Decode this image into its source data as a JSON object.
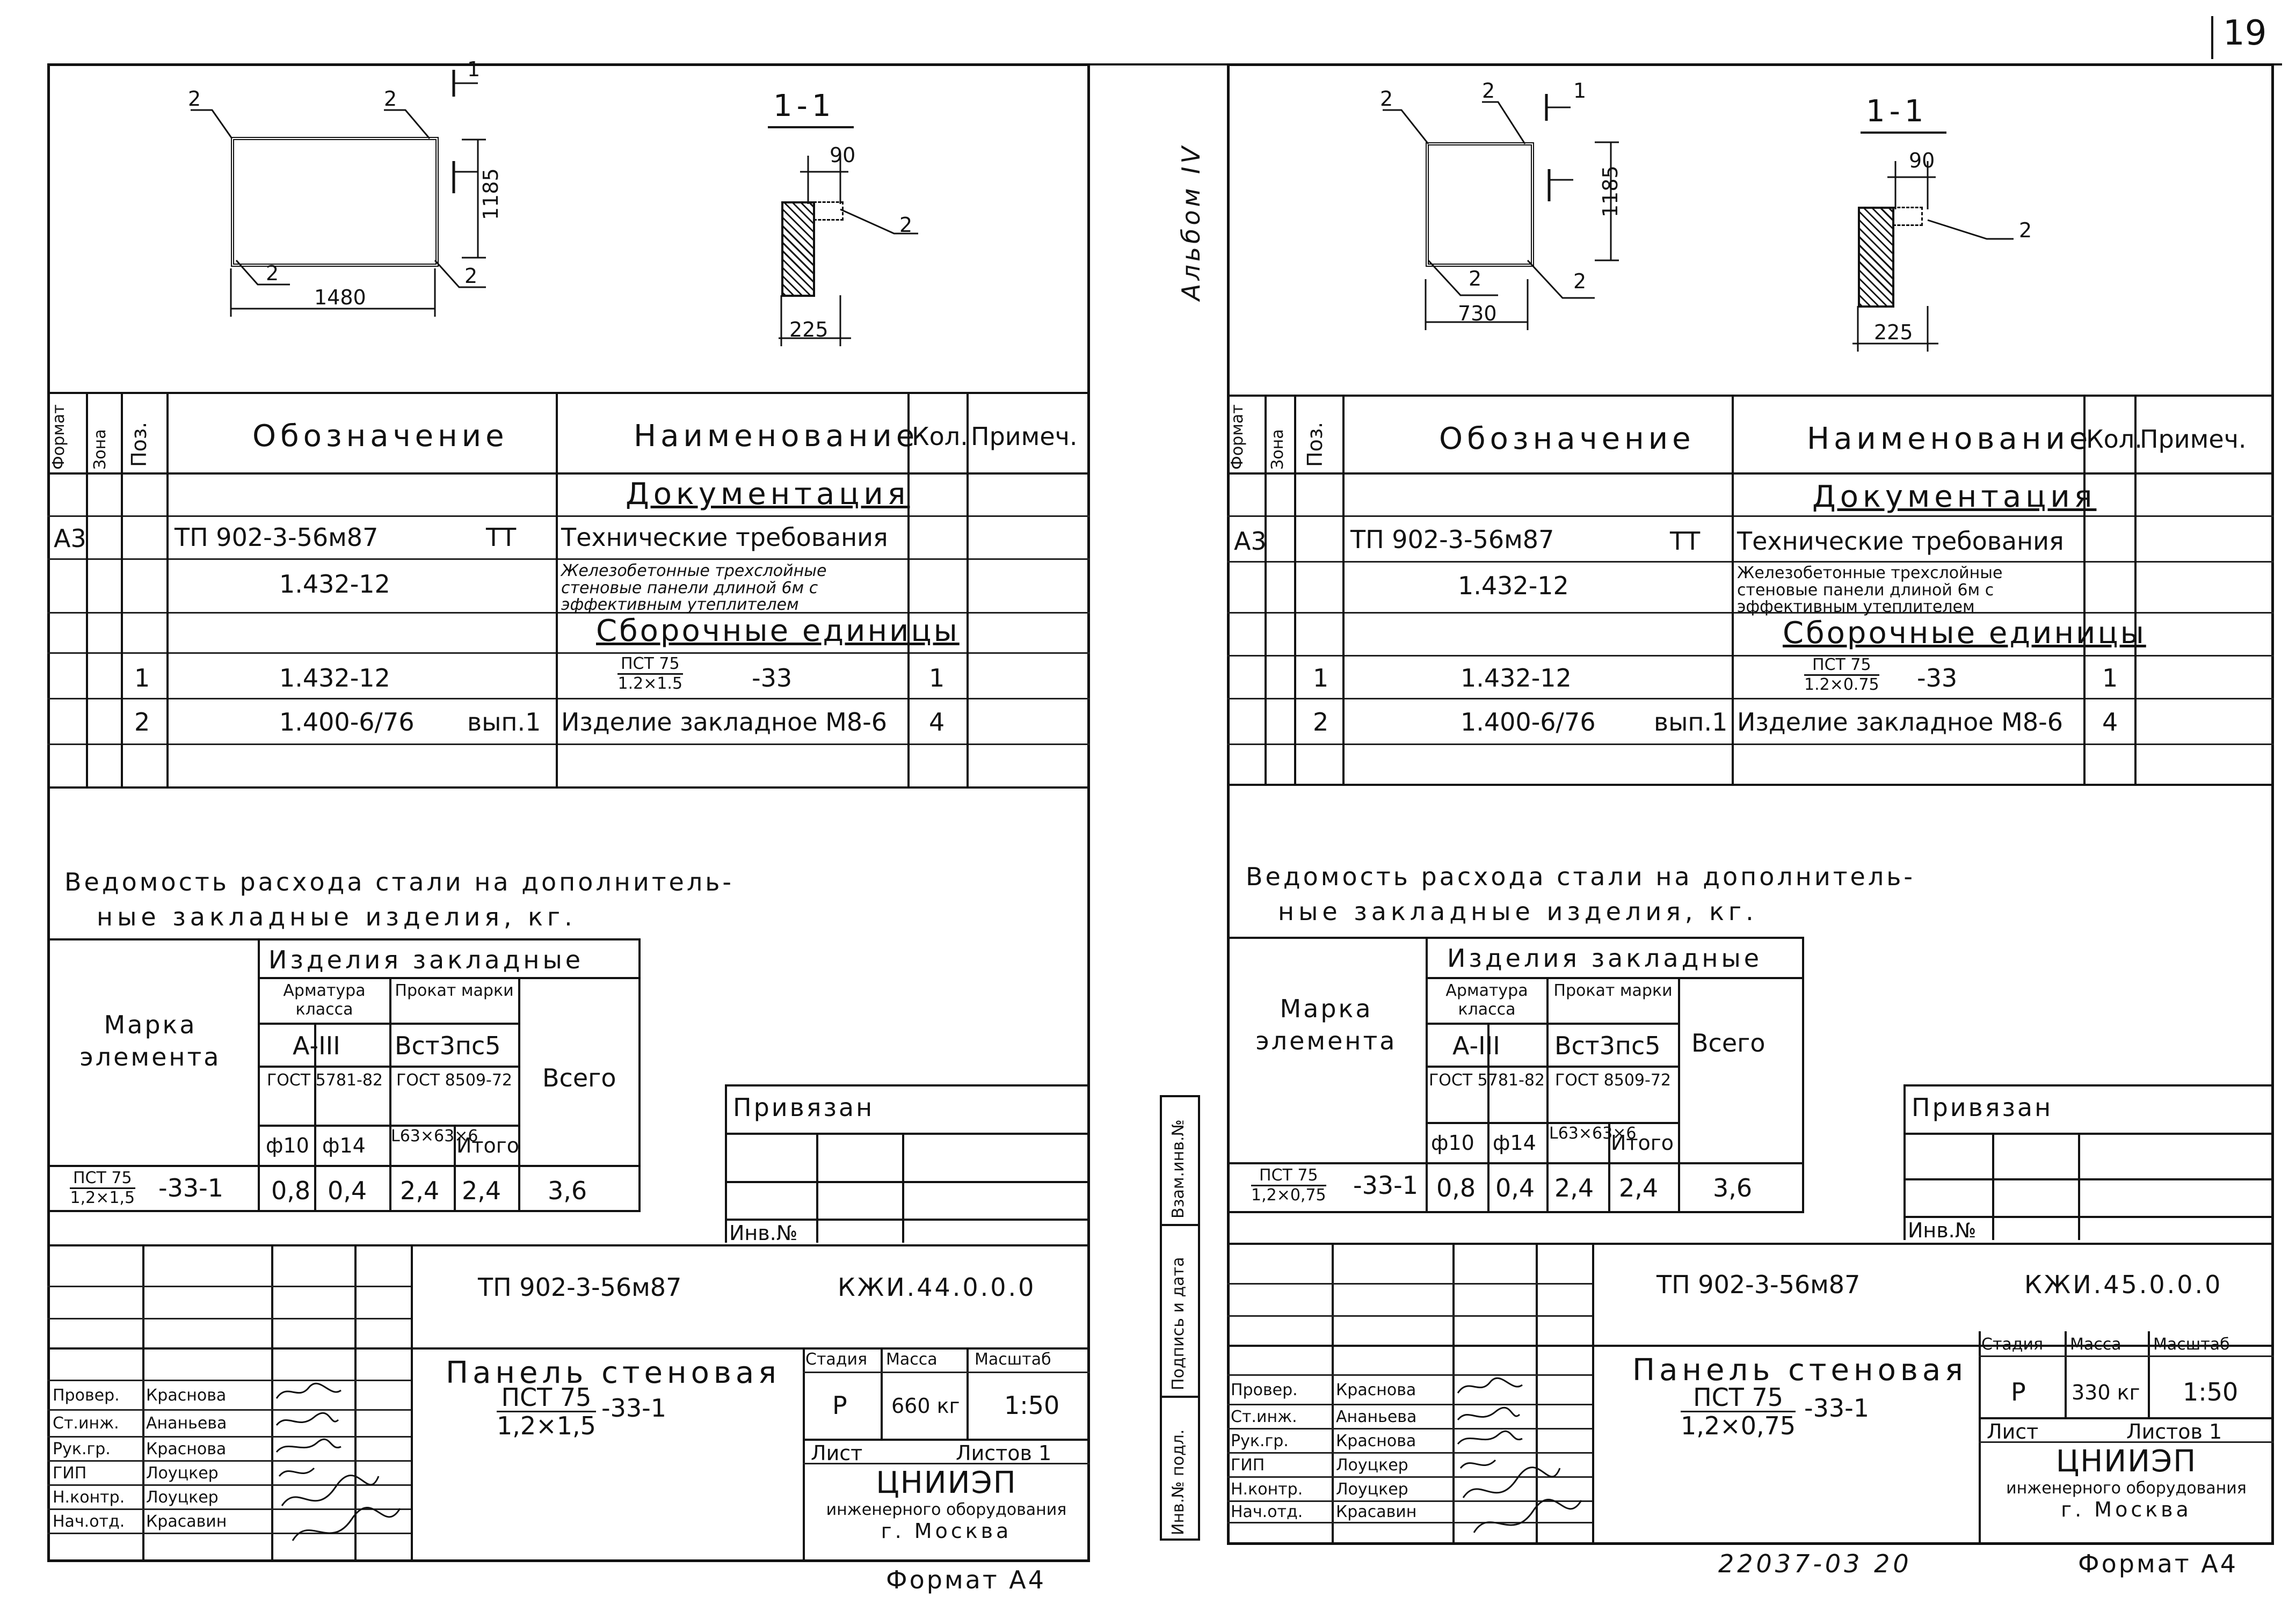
{
  "page_number": "19",
  "album_label": "Альбом IV",
  "side_labels": [
    "Инв.№ подл.",
    "Подпись и дата",
    "Взам.инв.№"
  ],
  "spec_headers": {
    "format": "Формат",
    "zone": "Зона",
    "pos": "Поз.",
    "designation": "Обозначение",
    "name": "Наименование",
    "qty": "Кол.",
    "note": "Примеч."
  },
  "sheets": [
    {
      "drawing": {
        "leader_labels": [
          "2",
          "2",
          "2",
          "2"
        ],
        "cut_marker": "1",
        "width_dim": "1480",
        "height_dim": "1185",
        "section_title": "1-1",
        "section_dim_top": "90",
        "section_dim_bottom": "225",
        "section_leader": "2"
      },
      "spec_rows": [
        {
          "format": "",
          "pos": "",
          "designation": "",
          "suffix": "",
          "name": "Документация",
          "qty": ""
        },
        {
          "format": "А3",
          "pos": "",
          "designation": "ТП 902-3-56м87",
          "suffix": "ТТ",
          "name": "Технические требования",
          "qty": ""
        },
        {
          "format": "",
          "pos": "",
          "designation": "1.432-12",
          "suffix": "",
          "name": "Железобетонные трехслойные стеновые панели длиной 6м с эффективным утеплителем",
          "qty": ""
        },
        {
          "format": "",
          "pos": "",
          "designation": "",
          "suffix": "",
          "name": "Сборочные единицы",
          "qty": ""
        },
        {
          "format": "",
          "pos": "1",
          "designation": "1.432-12",
          "suffix": "",
          "name_num": "ПСТ 75",
          "name_den": "1.2×1.5",
          "name_tail": "-33",
          "qty": "1"
        },
        {
          "format": "",
          "pos": "2",
          "designation": "1.400-6/76",
          "suffix": "вып.1",
          "name": "Изделие закладное М8-6",
          "qty": "4"
        }
      ],
      "steel": {
        "title": "Ведомость расхода стали на дополнитель-",
        "title2": "ные закладные изделия, кг.",
        "element_header": "Марка элемента",
        "group_header": "Изделия закладные",
        "armatura": "Арматура класса",
        "prokat": "Прокат марки",
        "a3": "А-III",
        "vst": "Вст3пс5",
        "gost1": "ГОСТ 5781-82",
        "gost2": "ГОСТ 8509-72",
        "d10": "ф10",
        "d14": "ф14",
        "angle": "L63×63×6",
        "itogo": "Итого",
        "total": "Всего",
        "row": {
          "mark_num": "ПСТ 75",
          "mark_den": "1,2×1,5",
          "mark_tail": "-33-1",
          "d10": "0,8",
          "d14": "0,4",
          "angle": "2,4",
          "itogo": "2,4",
          "total": "3,6"
        }
      },
      "privyazan": "Привязан",
      "inv_no": "Инв.№",
      "stamp": {
        "project": "ТП 902-3-56м87",
        "code": "КЖИ.44.0.0.0",
        "name": "Панель стеновая",
        "name_num": "ПСТ 75",
        "name_den": "1,2×1,5",
        "name_tail": "-33-1",
        "stage_label": "Стадия",
        "mass_label": "Масса",
        "scale_label": "Масштаб",
        "stage": "Р",
        "mass": "660 кг",
        "scale": "1:50",
        "sheet_label": "Лист",
        "sheets_label": "Листов 1",
        "org1": "ЦНИИЭП",
        "org2": "инженерного оборудования",
        "org3": "г. Москва",
        "roles": [
          {
            "role": "Провер.",
            "person": "Краснова"
          },
          {
            "role": "Ст.инж.",
            "person": "Ананьева"
          },
          {
            "role": "Рук.гр.",
            "person": "Краснова"
          },
          {
            "role": "ГИП",
            "person": "Лоуцкер"
          },
          {
            "role": "Н.контр.",
            "person": "Лоуцкер"
          },
          {
            "role": "Нач.отд.",
            "person": "Красавин"
          }
        ]
      },
      "footer": {
        "format": "Формат А4",
        "doc_no": ""
      }
    },
    {
      "drawing": {
        "leader_labels": [
          "2",
          "2",
          "2",
          "2"
        ],
        "cut_marker": "1",
        "width_dim": "730",
        "height_dim": "1185",
        "section_title": "1-1",
        "section_dim_top": "90",
        "section_dim_bottom": "225",
        "section_leader": "2"
      },
      "spec_rows": [
        {
          "format": "",
          "pos": "",
          "designation": "",
          "suffix": "",
          "name": "Документация",
          "qty": ""
        },
        {
          "format": "А3",
          "pos": "",
          "designation": "ТП 902-3-56м87",
          "suffix": "ТТ",
          "name": "Технические требования",
          "qty": ""
        },
        {
          "format": "",
          "pos": "",
          "designation": "1.432-12",
          "suffix": "",
          "name": "Железобетонные трехслойные стеновые панели длиной 6м с эффективным утеплителем",
          "qty": ""
        },
        {
          "format": "",
          "pos": "",
          "designation": "",
          "suffix": "",
          "name": "Сборочные единицы",
          "qty": ""
        },
        {
          "format": "",
          "pos": "1",
          "designation": "1.432-12",
          "suffix": "",
          "name_num": "ПСТ 75",
          "name_den": "1.2×0.75",
          "name_tail": "-33",
          "qty": "1"
        },
        {
          "format": "",
          "pos": "2",
          "designation": "1.400-6/76",
          "suffix": "вып.1",
          "name": "Изделие закладное М8-6",
          "qty": "4"
        }
      ],
      "steel": {
        "title": "Ведомость расхода стали на дополнитель-",
        "title2": "ные закладные изделия, кг.",
        "element_header": "Марка элемента",
        "group_header": "Изделия закладные",
        "armatura": "Арматура класса",
        "prokat": "Прокат марки",
        "a3": "А-III",
        "vst": "Вст3пс5",
        "gost1": "ГОСТ 5781-82",
        "gost2": "ГОСТ 8509-72",
        "d10": "ф10",
        "d14": "ф14",
        "angle": "L63×63×6",
        "itogo": "Итого",
        "total": "Всего",
        "row": {
          "mark_num": "ПСТ 75",
          "mark_den": "1,2×0,75",
          "mark_tail": "-33-1",
          "d10": "0,8",
          "d14": "0,4",
          "angle": "2,4",
          "itogo": "2,4",
          "total": "3,6"
        }
      },
      "privyazan": "Привязан",
      "inv_no": "Инв.№",
      "stamp": {
        "project": "ТП 902-3-56м87",
        "code": "КЖИ.45.0.0.0",
        "name": "Панель стеновая",
        "name_num": "ПСТ 75",
        "name_den": "1,2×0,75",
        "name_tail": "-33-1",
        "stage_label": "Стадия",
        "mass_label": "Масса",
        "scale_label": "Масштаб",
        "stage": "Р",
        "mass": "330 кг",
        "scale": "1:50",
        "sheet_label": "Лист",
        "sheets_label": "Листов 1",
        "org1": "ЦНИИЭП",
        "org2": "инженерного оборудования",
        "org3": "г. Москва",
        "roles": [
          {
            "role": "Провер.",
            "person": "Краснова"
          },
          {
            "role": "Ст.инж.",
            "person": "Ананьева"
          },
          {
            "role": "Рук.гр.",
            "person": "Краснова"
          },
          {
            "role": "ГИП",
            "person": "Лоуцкер"
          },
          {
            "role": "Н.контр.",
            "person": "Лоуцкер"
          },
          {
            "role": "Нач.отд.",
            "person": "Красавин"
          }
        ]
      },
      "footer": {
        "format": "Формат А4",
        "doc_no": "22037-03 20"
      }
    }
  ]
}
